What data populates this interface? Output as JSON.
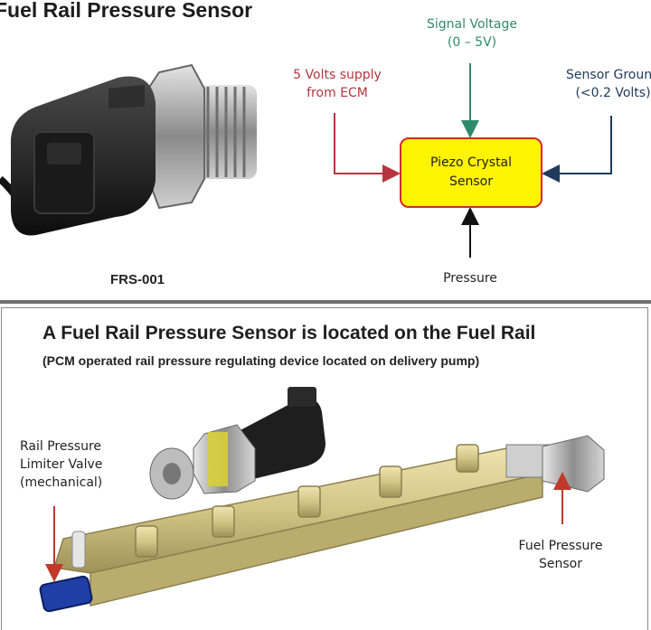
{
  "top": {
    "title": "Fuel Rail Pressure Sensor",
    "part_number": "FRS-001",
    "signal_voltage": {
      "line1": "Signal Voltage",
      "line2": "(0 – 5V)"
    },
    "supply": {
      "line1": "5 Volts supply",
      "line2": "from ECM"
    },
    "ground": {
      "line1": "Sensor Ground",
      "line2": "(<0.2 Volts)"
    },
    "piezo": {
      "line1": "Piezo Crystal",
      "line2": "Sensor"
    },
    "pressure": "Pressure"
  },
  "bottom": {
    "headline": "A Fuel Rail Pressure Sensor is located on the Fuel Rail",
    "subline": "(PCM operated rail pressure regulating device located on delivery pump)",
    "limiter": {
      "line1": "Rail Pressure",
      "line2": "Limiter Valve",
      "line3": "(mechanical)"
    },
    "fuel_sensor": {
      "line1": "Fuel Pressure",
      "line2": "Sensor"
    }
  },
  "colors": {
    "piezo_fill": "#fff400",
    "piezo_border": "#d22a2a",
    "signal_arrow": "#2f8a6c",
    "supply_arrow": "#b53640",
    "ground_arrow": "#1f3a5c",
    "limiter_arrow": "#c0392b",
    "rail_body": "#d8cb8e"
  }
}
